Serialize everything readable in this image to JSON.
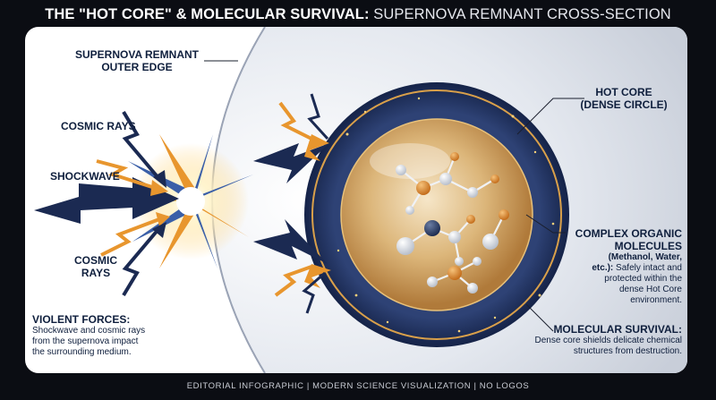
{
  "title": {
    "bold": "THE \"HOT CORE\" & MOLECULAR SURVIVAL:",
    "light": "SUPERNOVA REMNANT CROSS-SECTION"
  },
  "labels": {
    "outer_edge": {
      "line1": "SUPERNOVA REMNANT",
      "line2": "OUTER EDGE"
    },
    "cosmic_rays_top": "COSMIC RAYS",
    "shockwave": "SHOCKWAVE",
    "cosmic_rays_bottom": {
      "line1": "COSMIC",
      "line2": "RAYS"
    },
    "violent_forces": {
      "heading": "VIOLENT FORCES:",
      "lines": [
        "Shockwave and cosmic rays",
        "from the supernova impact",
        "the surrounding medium."
      ]
    },
    "hot_core": {
      "line1": "HOT CORE",
      "line2": "(DENSE CIRCLE)"
    },
    "complex_organic": {
      "line1": "COMPLEX ORGANIC",
      "line2": "MOLECULES",
      "line3": "(Methanol, Water,",
      "line4_bold": "etc.):",
      "line4_rest": " Safely intact and",
      "line5": "protected within the",
      "line6": "dense Hot Core",
      "line7": "environment."
    },
    "molecular_survival": {
      "heading": "MOLECULAR SURVIVAL:",
      "lines": [
        "Dense core shields delicate chemical",
        "structures from destruction."
      ]
    }
  },
  "footer": "EDITORIAL INFOGRAPHIC | MODERN SCIENCE VISUALIZATION | NO LOGOS",
  "colors": {
    "background": "#0b0d13",
    "navy": "#1b2a52",
    "orange": "#e8962e",
    "gold": "#d9a04a",
    "text": "#0f1f3d"
  }
}
